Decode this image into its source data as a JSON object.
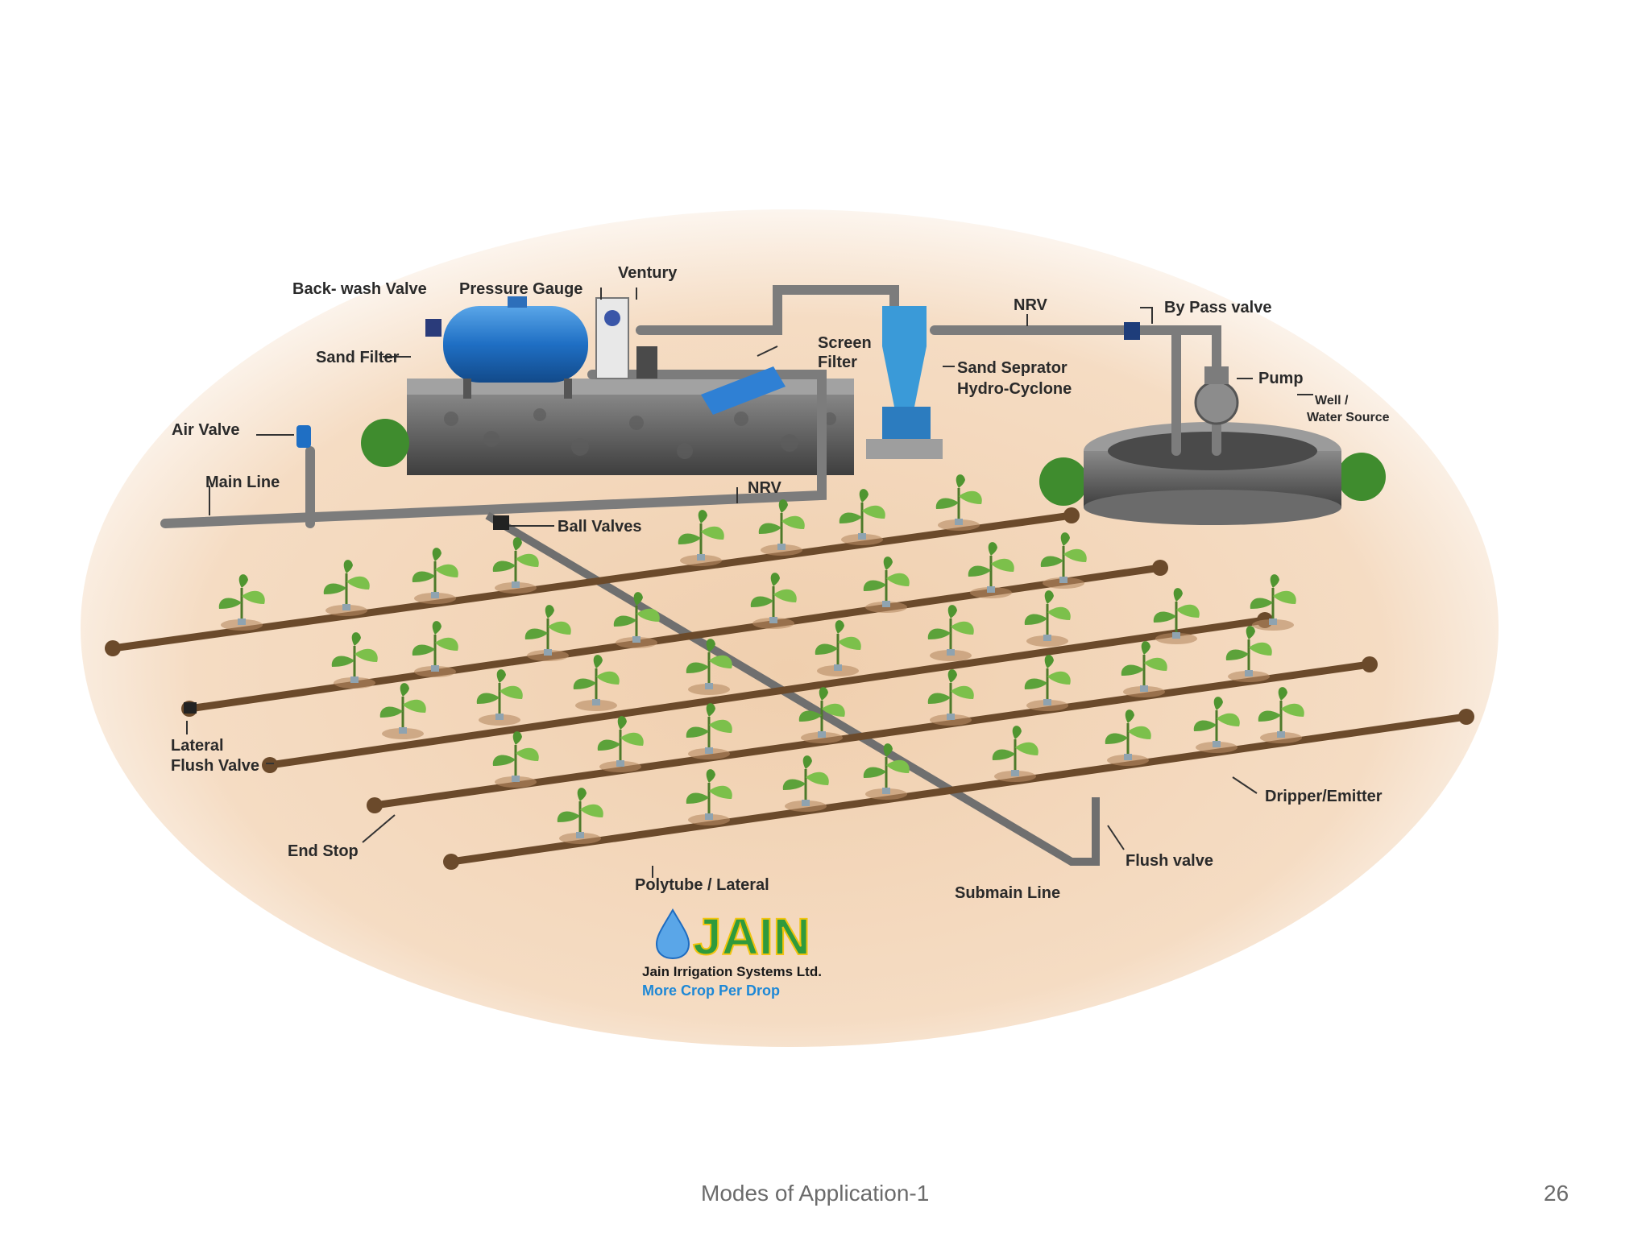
{
  "labels": {
    "backwash": "Back- wash Valve",
    "gauge": "Pressure Gauge",
    "venturi": "Ventury",
    "sand_filter": "Sand Filter",
    "screen1": "Screen",
    "screen2": "Filter",
    "nrv_top": "NRV",
    "bypass": "By Pass valve",
    "separator1": "Sand Seprator",
    "separator2": "Hydro-Cyclone",
    "pump": "Pump",
    "well1": "Well /",
    "well2": "Water Source",
    "air_valve": "Air Valve",
    "main_line": "Main Line",
    "nrv_low": "NRV",
    "ball_valves": "Ball Valves",
    "lateral1": "Lateral",
    "lateral2": "Flush Valve",
    "dripper": "Dripper/Emitter",
    "end_stop": "End Stop",
    "flush": "Flush valve",
    "polytube": "Polytube / Lateral",
    "submain": "Submain Line"
  },
  "logo": {
    "brand": "JAIN",
    "company": "Jain Irrigation Systems Ltd.",
    "tagline": "More Crop Per Drop"
  },
  "footer": {
    "title": "Modes of Application-1",
    "page": "26"
  }
}
